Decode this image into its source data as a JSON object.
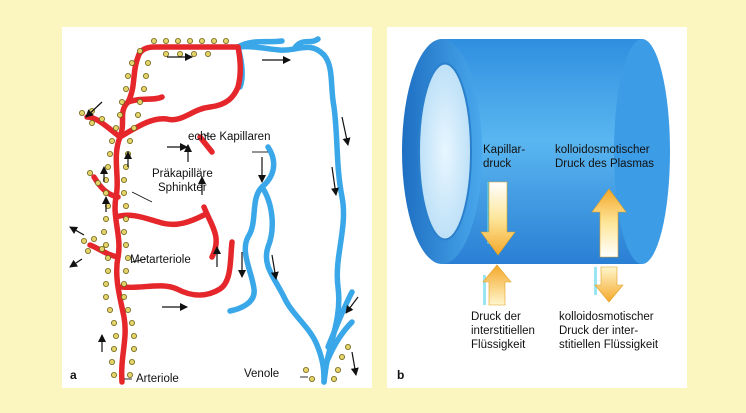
{
  "panel_a": {
    "letter": "a",
    "labels": {
      "capillaries": "echte Kapillaren",
      "sphincter_1": "Präkapilläre",
      "sphincter_2": "Sphinkter",
      "metarteriole": "Metarteriole",
      "arteriole": "Arteriole",
      "venule": "Venole"
    }
  },
  "panel_b": {
    "letter": "b",
    "labels": {
      "cap_pressure_1": "Kapillar-",
      "cap_pressure_2": "druck",
      "plasma_colloid_1": "kolloidosmotischer",
      "plasma_colloid_2": "Druck des Plasmas",
      "interstitial_1": "Druck der",
      "interstitial_2": "interstitiellen",
      "interstitial_3": "Flüssigkeit",
      "inter_colloid_1": "kolloidosmotischer",
      "inter_colloid_2": "Druck der inter-",
      "inter_colloid_3": "stitiellen Flüssigkeit"
    }
  },
  "colors": {
    "background": "#fbf6c0",
    "artery": "#e5262b",
    "vein": "#3aa7e8",
    "sphincter_bead": "#d9c85a",
    "arrow_orange": "#f4a82a",
    "arrow_light": "#fde69a"
  }
}
